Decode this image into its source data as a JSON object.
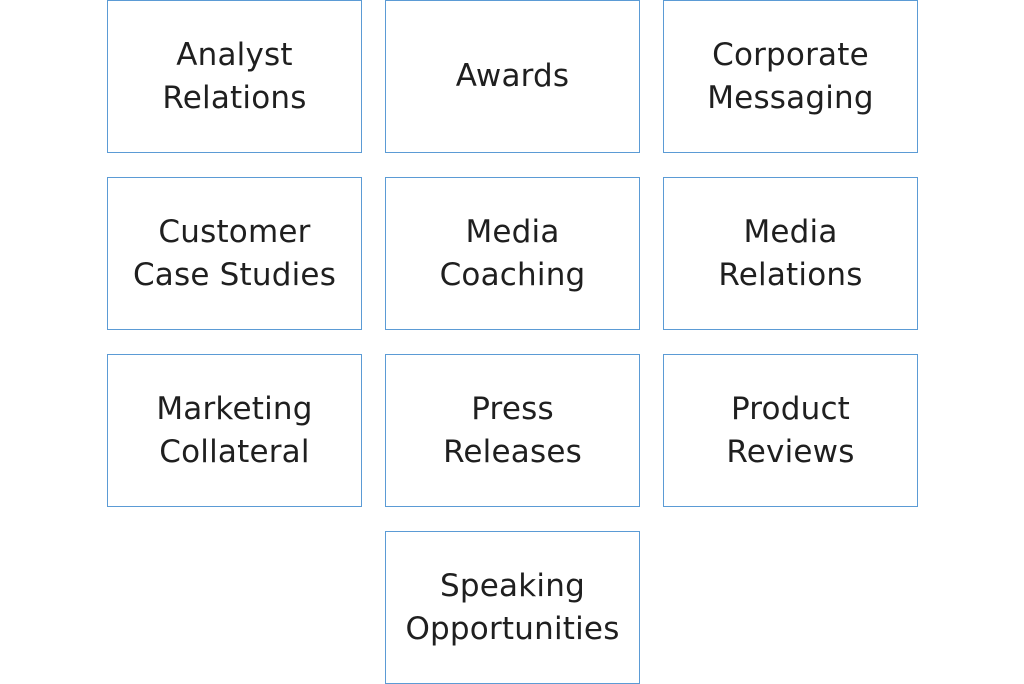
{
  "diagram": {
    "border_color": "#5b9bd5",
    "text_color": "#1f1f1f",
    "boxes": [
      {
        "line1": "Analyst",
        "line2": "Relations"
      },
      {
        "line1": "Awards",
        "line2": ""
      },
      {
        "line1": "Corporate",
        "line2": "Messaging"
      },
      {
        "line1": "Customer",
        "line2": "Case Studies"
      },
      {
        "line1": "Media",
        "line2": "Coaching"
      },
      {
        "line1": "Media",
        "line2": "Relations"
      },
      {
        "line1": "Marketing",
        "line2": "Collateral"
      },
      {
        "line1": "Press",
        "line2": "Releases"
      },
      {
        "line1": "Product",
        "line2": "Reviews"
      },
      {
        "line1": "Speaking",
        "line2": "Opportunities"
      }
    ]
  }
}
